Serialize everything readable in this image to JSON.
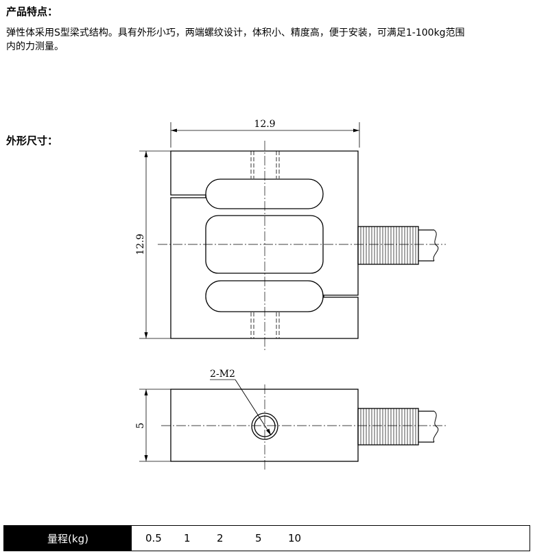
{
  "features": {
    "title": "产品特点：",
    "text": "弹性体采用S型梁式结构。具有外形小巧，两端螺纹设计，体积小、精度高，便于安装，可满足1-100kg范围内的力测量。"
  },
  "dimensions": {
    "title": "外形尺寸：",
    "width_label": "12.9",
    "height_label": "12.9",
    "thickness_label": "5",
    "thread_label": "2-M2"
  },
  "range_table": {
    "header": "量程(kg)",
    "values": [
      "0.5",
      "1",
      "2",
      "5",
      "10"
    ]
  }
}
